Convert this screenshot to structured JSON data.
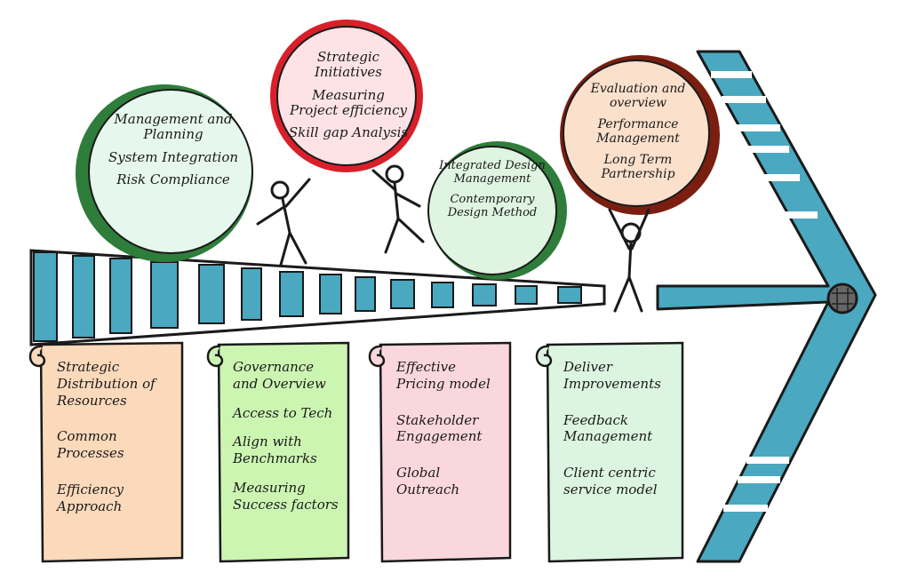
{
  "circles": [
    {
      "id": "management",
      "lines": [
        "Management and Planning",
        "System Integration",
        "Risk Compliance"
      ],
      "fill": "#e6f7ee",
      "ring": "#2e7d3a"
    },
    {
      "id": "strategic",
      "lines": [
        "Strategic Initiatives",
        "Measuring Project efficiency",
        "Skill gap Analysis"
      ],
      "fill": "#fde3e6",
      "ring": "#d8202a"
    },
    {
      "id": "integrated",
      "lines": [
        "Integrated Design Management",
        "Contemporary Design Method"
      ],
      "fill": "#dff5e2",
      "ring": "#2e7d3a"
    },
    {
      "id": "evaluation",
      "lines": [
        "Evaluation and overview",
        "Performance Management",
        "Long Term Partnership"
      ],
      "fill": "#fbe0cc",
      "ring": "#7a1e10"
    }
  ],
  "scrolls": [
    {
      "id": "resources",
      "items": [
        "Strategic Distribution of Resources",
        "Common Processes",
        "Efficiency Approach"
      ],
      "fill": "#fbd9bb"
    },
    {
      "id": "governance",
      "items": [
        "Governance and Overview",
        "Access to Tech",
        "Align with Benchmarks",
        "Measuring Success factors"
      ],
      "fill": "#ccf5b2"
    },
    {
      "id": "pricing",
      "items": [
        "Effective Pricing model",
        "Stakeholder Engagement",
        "Global Outreach"
      ],
      "fill": "#fad7dc"
    },
    {
      "id": "deliver",
      "items": [
        "Deliver Improvements",
        "Feedback Management",
        "Client centric service model"
      ],
      "fill": "#dcf5e0"
    }
  ],
  "colors": {
    "track": "#4aa8c0",
    "ink": "#1a1a1a"
  }
}
